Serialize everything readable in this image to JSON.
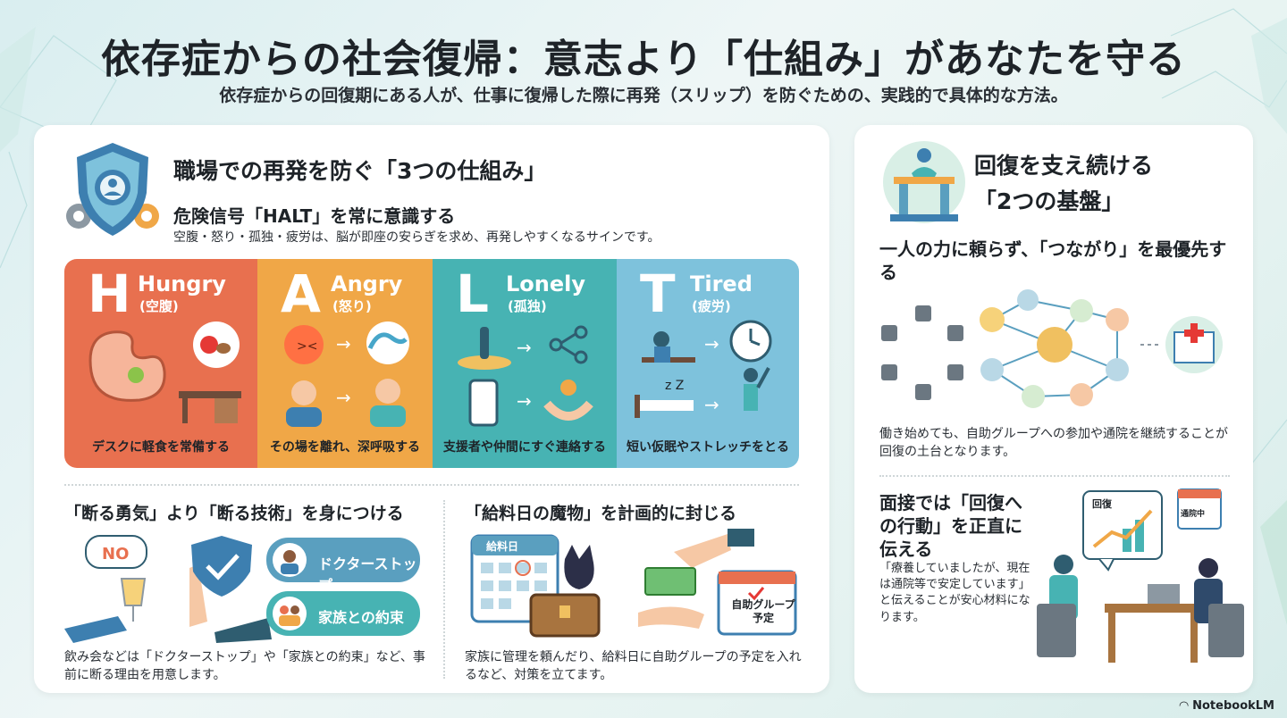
{
  "title": "依存症からの社会復帰：意志より「仕組み」があなたを守る",
  "subtitle": "依存症からの回復期にある人が、仕事に復帰した際に再発（スリップ）を防ぐための、実践的で具体的な方法。",
  "left": {
    "heading": "職場での再発を防ぐ「3つの仕組み」",
    "halt_heading": "危険信号「HALT」を常に意識する",
    "halt_desc": "空腹・怒り・孤独・疲労は、脳が即座の安らぎを求め、再発しやすくなるサインです。",
    "halt": [
      {
        "letter": "H",
        "word": "Hungry",
        "jp": "(空腹)",
        "caption": "デスクに軽食を常備する"
      },
      {
        "letter": "A",
        "word": "Angry",
        "jp": "(怒り)",
        "caption": "その場を離れ、深呼吸する"
      },
      {
        "letter": "L",
        "word": "Lonely",
        "jp": "(孤独)",
        "caption": "支援者や仲間にすぐ連絡する"
      },
      {
        "letter": "T",
        "word": "Tired",
        "jp": "(疲労)",
        "caption": "短い仮眠やストレッチをとる"
      }
    ],
    "refuse": {
      "heading": "「断る勇気」より「断る技術」を身につける",
      "no_label": "NO",
      "pill1": "ドクターストップ",
      "pill2": "家族との約束",
      "desc": "飲み会などは「ドクターストップ」や「家族との約束」など、事前に断る理由を用意します。"
    },
    "payday": {
      "heading": "「給料日の魔物」を計画的に封じる",
      "calendar_label": "給料日",
      "group_label": "自助グループ予定",
      "desc": "家族に管理を頼んだり、給料日に自助グループの予定を入れるなど、対策を立てます。"
    }
  },
  "right": {
    "heading_line1": "回復を支え続ける",
    "heading_line2": "「2つの基盤」",
    "connect_heading": "一人の力に頼らず、「つながり」を最優先する",
    "connect_desc": "働き始めても、自助グループへの参加や通院を継続することが回復の土台となります。",
    "interview_heading": "面接では「回復への行動」を正直に伝える",
    "interview_desc": "「療養していましたが、現在は通院等で安定しています」と伝えることが安心材料になります。",
    "chart_label": "回復",
    "calendar_label": "通院中"
  },
  "brand": "NotebookLM",
  "colors": {
    "hungry": "#e8704f",
    "angry": "#f0a747",
    "lonely": "#47b3b3",
    "tired": "#7ec2dc",
    "accent_blue": "#5a9fbf"
  }
}
